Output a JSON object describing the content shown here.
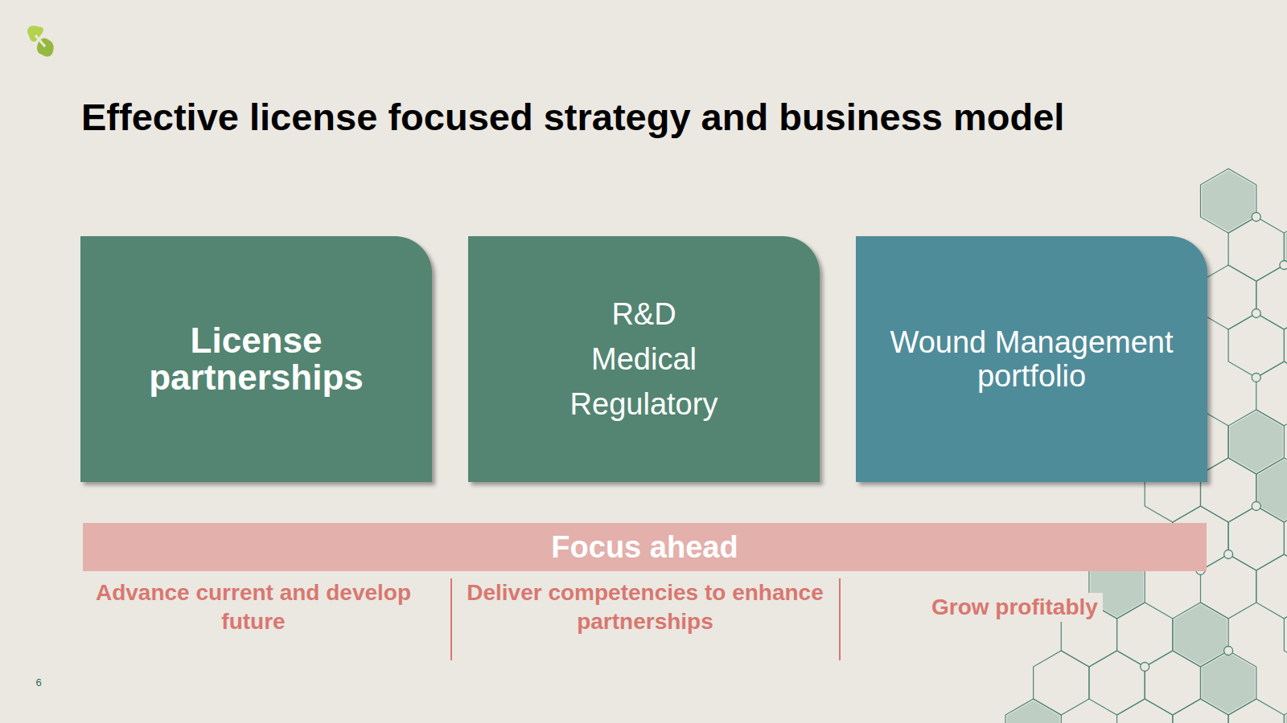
{
  "diagram": {
    "title": "Effective license focused strategy and business model",
    "nodes": [
      {
        "text": [
          "License partnerships"
        ]
      },
      {
        "text": [
          "R&D",
          "Medical",
          "Regulatory"
        ]
      },
      {
        "text": [
          "Wound Management portfolio"
        ]
      },
      {
        "text": [
          "Focus ahead"
        ]
      }
    ],
    "labels": [
      "Advance current and develop future",
      "Deliver competencies to enhance partnerships",
      "Grow profitably",
      "6"
    ]
  }
}
